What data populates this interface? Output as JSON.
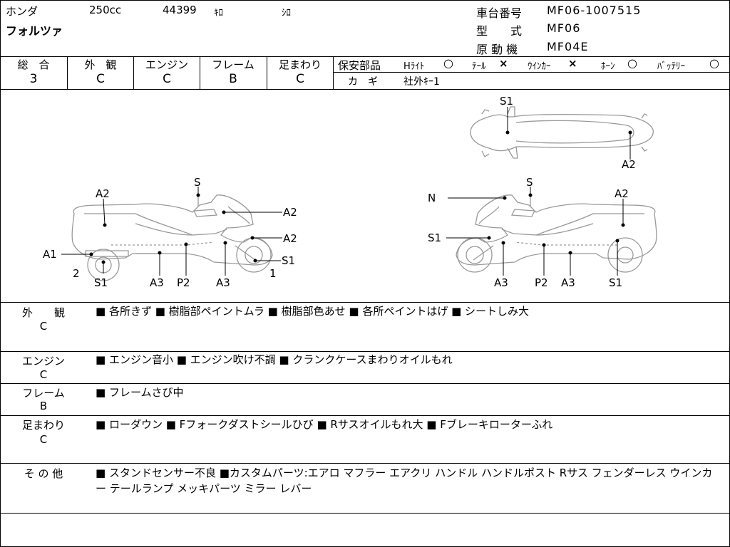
{
  "header": {
    "maker": "ホンダ",
    "displacement": "250cc",
    "mileage": "44399",
    "mileage_unit": "ｷﾛ",
    "color": "ｼﾛ",
    "model_name": "フォルツァ",
    "frame_no_label": "車台番号",
    "frame_no": "MF06-1007515",
    "type_label": "型　　式",
    "type_value": "MF06",
    "engine_label": "原 動 機",
    "engine_value": "MF04E"
  },
  "grades": [
    {
      "label": "総　合",
      "value": "3"
    },
    {
      "label": "外　観",
      "value": "C"
    },
    {
      "label": "エンジン",
      "value": "C"
    },
    {
      "label": "フレーム",
      "value": "B"
    },
    {
      "label": "足まわり",
      "value": "C"
    }
  ],
  "safety": {
    "title": "保安部品",
    "items": [
      {
        "label": "Hﾗｲﾄ",
        "mark": "○"
      },
      {
        "label": "ﾃｰﾙ",
        "mark": "×"
      },
      {
        "label": "ｳｲﾝｶｰ",
        "mark": "×"
      },
      {
        "label": "ﾎｰﾝ",
        "mark": "○"
      },
      {
        "label": "ﾊﾞｯﾃﾘｰ",
        "mark": "○"
      }
    ],
    "key_label": "カ　ギ",
    "key_value": "社外ｷｰ1"
  },
  "diagram": {
    "left_labels": {
      "a2_top": "A2",
      "s_top": "S",
      "a2_tank": "A2",
      "a2_front": "A2",
      "s1_front": "S1",
      "a1": "A1",
      "num_2": "2",
      "num_1": "1",
      "s1_rear": "S1",
      "a3_left": "A3",
      "p2": "P2",
      "a3_right": "A3"
    },
    "right_labels": {
      "n": "N",
      "s_top": "S",
      "a2_top": "A2",
      "s1_front": "S1",
      "a3_left": "A3",
      "p2": "P2",
      "a3_right": "A3",
      "s1_rear": "S1"
    },
    "top_labels": {
      "s1": "S1",
      "a2": "A2"
    }
  },
  "conditions": [
    {
      "label": "外　　観",
      "grade": "C",
      "text": "■ 各所きず ■ 樹脂部ペイントムラ ■ 樹脂部色あせ ■ 各所ペイントはげ ■ シートしみ大"
    },
    {
      "label": "エンジン",
      "grade": "C",
      "text": "■ エンジン音小 ■ エンジン吹け不調 ■ クランクケースまわりオイルもれ"
    },
    {
      "label": "フレーム",
      "grade": "B",
      "text": "■ フレームさび中"
    },
    {
      "label": "足まわり",
      "grade": "C",
      "text": "■ ローダウン ■ Fフォークダストシールひび ■ Rサスオイルもれ大 ■ Fブレーキローターふれ"
    },
    {
      "label": "そ の 他",
      "grade": "",
      "text": "■ スタンドセンサー不良 ■カスタムパーツ:エアロ マフラー エアクリ ハンドル ハンドルポスト Rサス フェンダーレス ウインカー テールランプ メッキパーツ ミラー レバー"
    }
  ]
}
